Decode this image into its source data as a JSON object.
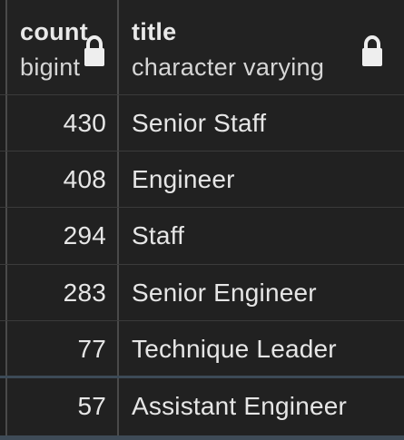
{
  "table": {
    "columns": [
      {
        "name": "count",
        "type": "bigint",
        "locked_icon": "lock-icon"
      },
      {
        "name": "title",
        "type": "character varying",
        "locked_icon": "lock-icon"
      }
    ],
    "rows": [
      {
        "count": "430",
        "title": "Senior Staff"
      },
      {
        "count": "408",
        "title": "Engineer"
      },
      {
        "count": "294",
        "title": "Staff"
      },
      {
        "count": "283",
        "title": "Senior Engineer"
      },
      {
        "count": "77",
        "title": "Technique Leader"
      },
      {
        "count": "57",
        "title": "Assistant Engineer"
      }
    ]
  },
  "colors": {
    "background": "#212121",
    "text": "#e6e6e6",
    "grid_line": "#4a4a4a",
    "selection_line": "#3c4a57"
  }
}
